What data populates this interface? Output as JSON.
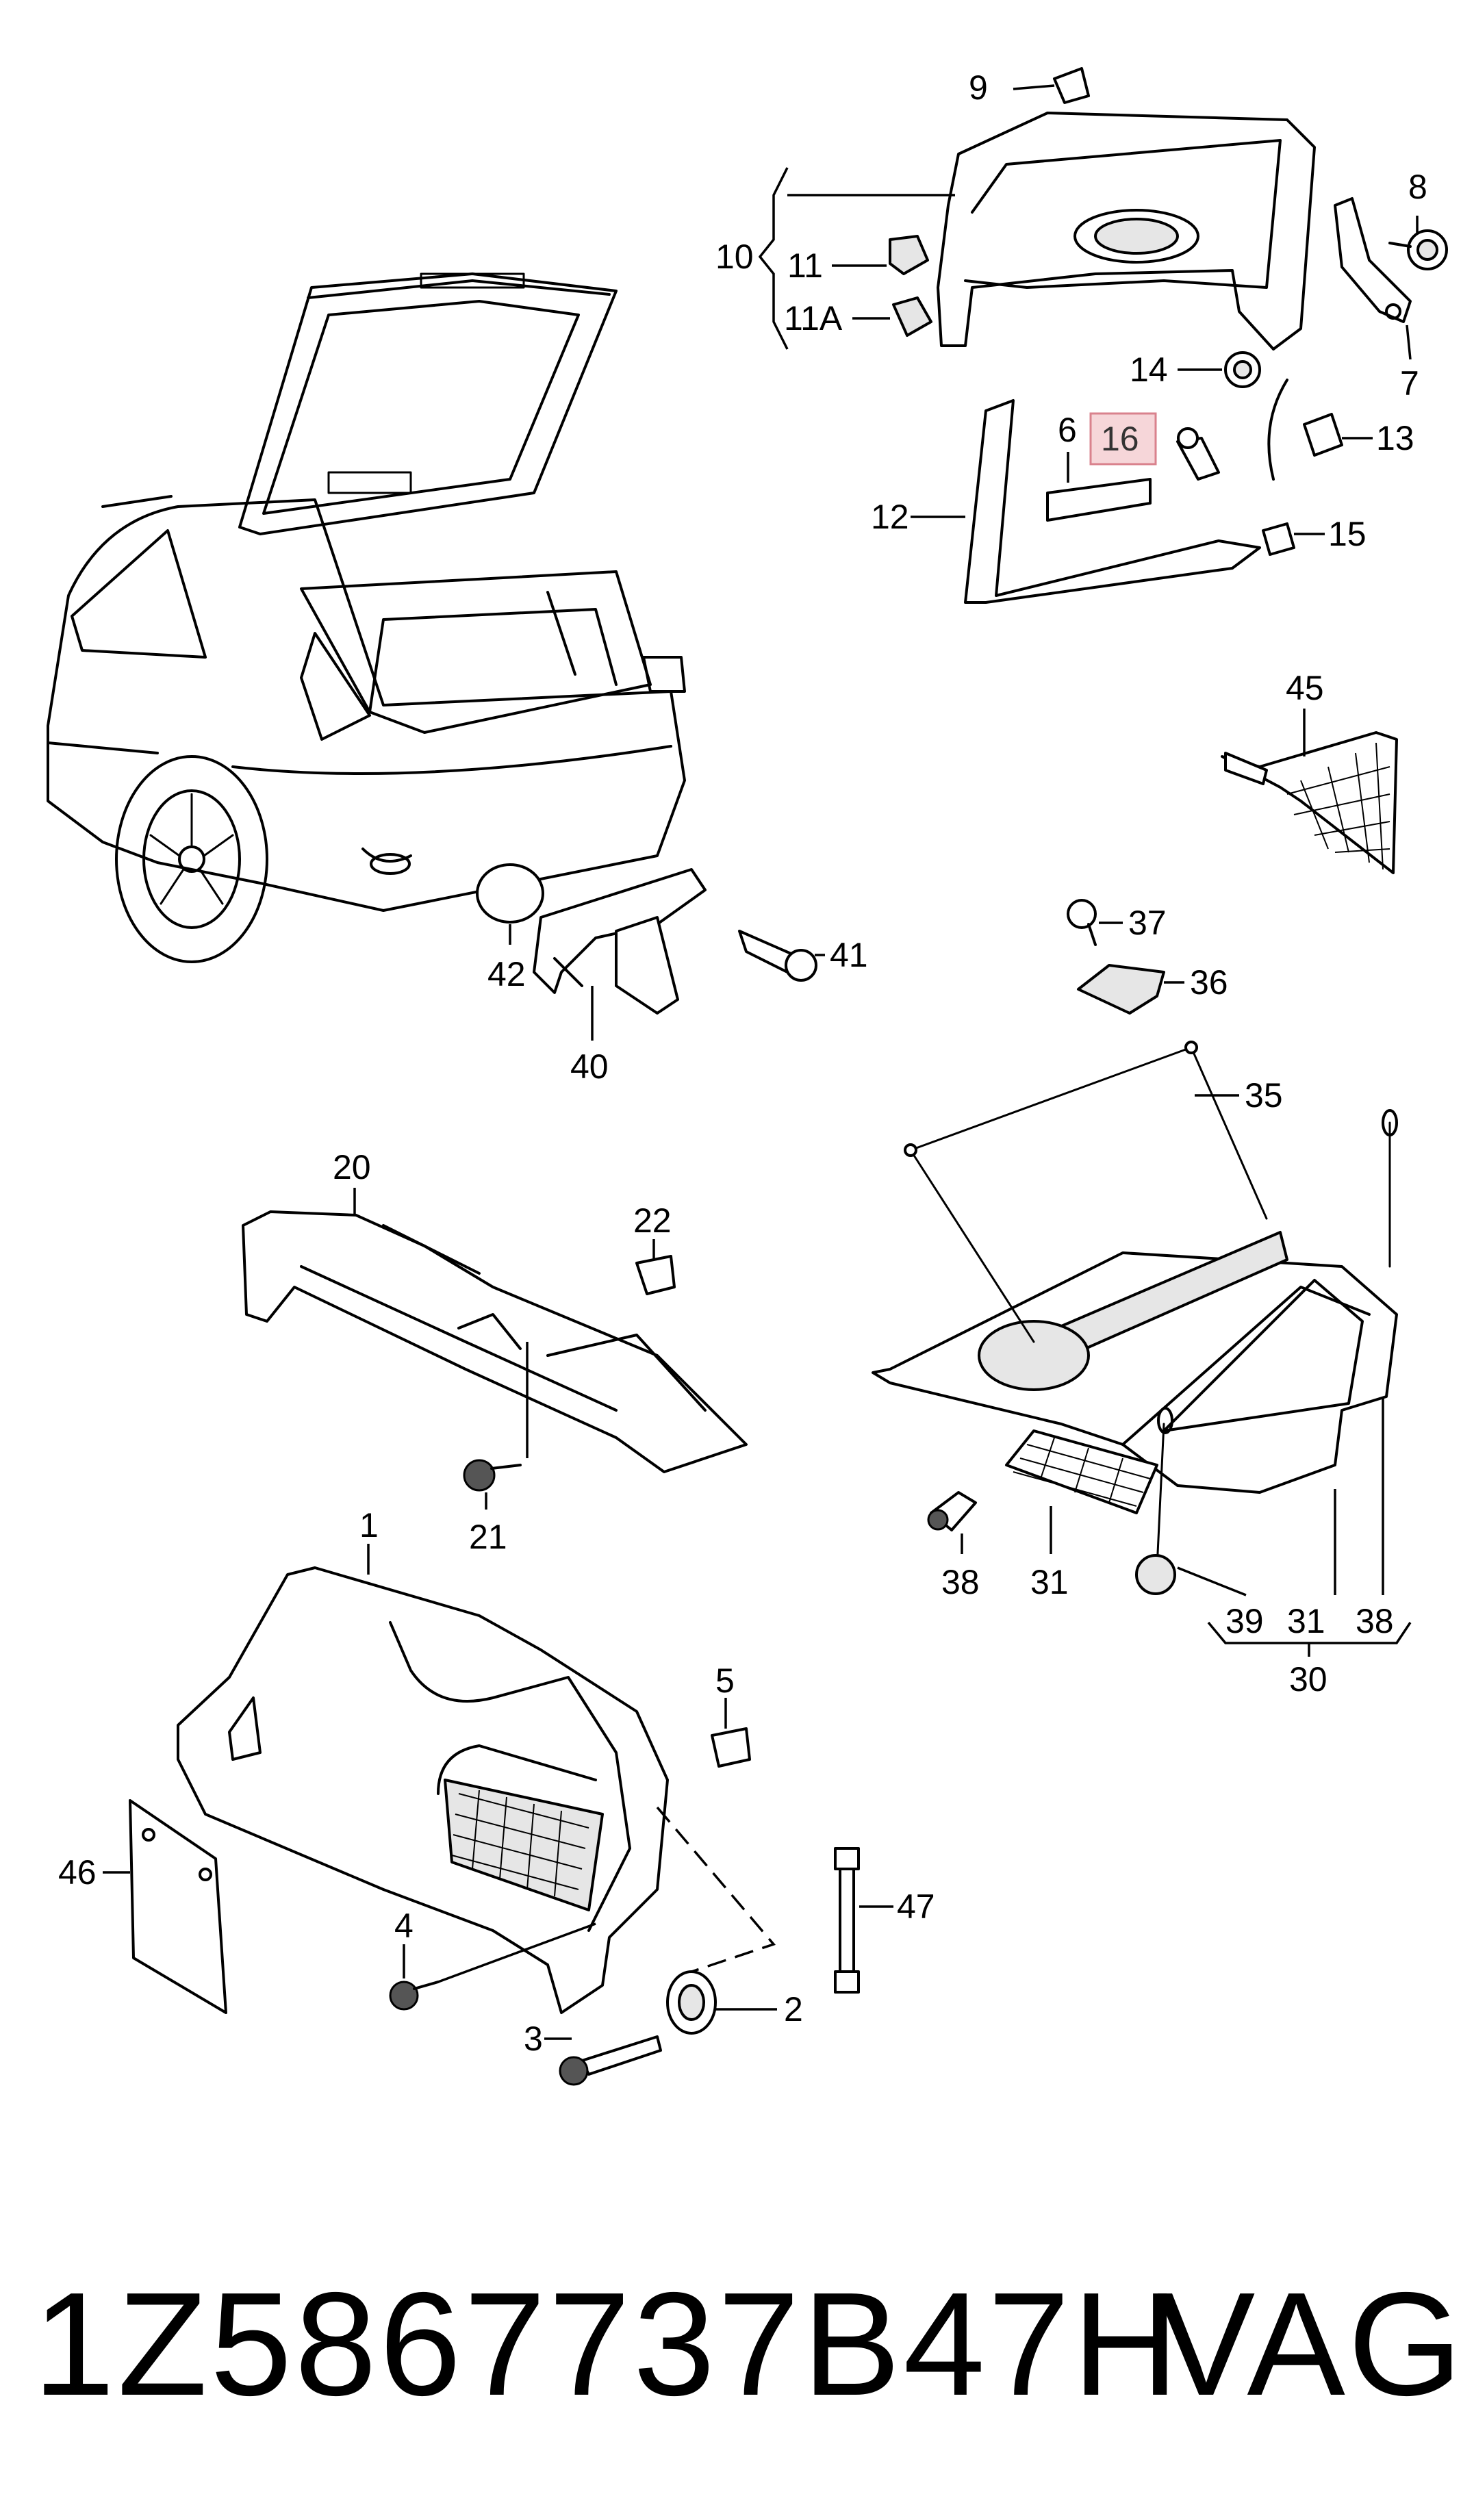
{
  "callouts": {
    "c1": "1",
    "c2": "2",
    "c3": "3",
    "c4": "4",
    "c5": "5",
    "c6": "6",
    "c7": "7",
    "c8": "8",
    "c9": "9",
    "c10": "10",
    "c11": "11",
    "c11a": "11A",
    "c12": "12",
    "c13": "13",
    "c14": "14",
    "c15": "15",
    "c16": "16",
    "c20": "20",
    "c21": "21",
    "c22": "22",
    "c30": "30",
    "c31a": "31",
    "c31b": "31",
    "c35": "35",
    "c36": "36",
    "c37": "37",
    "c38a": "38",
    "c38b": "38",
    "c39": "39",
    "c40": "40",
    "c41": "41",
    "c42": "42",
    "c45": "45",
    "c46": "46",
    "c47": "47"
  },
  "highlight": {
    "callout": "16",
    "color": "#f6d6d9",
    "border": "#d9828d"
  },
  "footer": {
    "part_number": "1Z5867737B47H",
    "brand": "VAG"
  }
}
